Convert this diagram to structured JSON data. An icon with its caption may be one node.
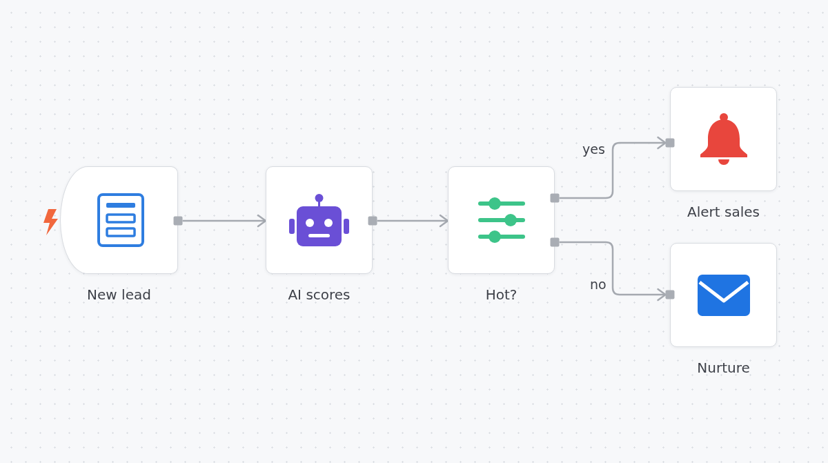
{
  "diagram": {
    "nodes": [
      {
        "text": [
          "New lead"
        ]
      },
      {
        "text": [
          "AI scores"
        ]
      },
      {
        "text": [
          "Hot?"
        ]
      },
      {
        "text": [
          "Alert sales"
        ]
      },
      {
        "text": [
          "Nurture"
        ]
      }
    ],
    "edges": [
      {
        "from": 0,
        "to": 1,
        "arrow": "to"
      },
      {
        "from": 1,
        "to": 2,
        "arrow": "to"
      },
      {
        "from": 2,
        "to": 3,
        "arrow": "to",
        "label": "yes"
      },
      {
        "from": 2,
        "to": 4,
        "arrow": "to",
        "label": "no"
      }
    ]
  }
}
